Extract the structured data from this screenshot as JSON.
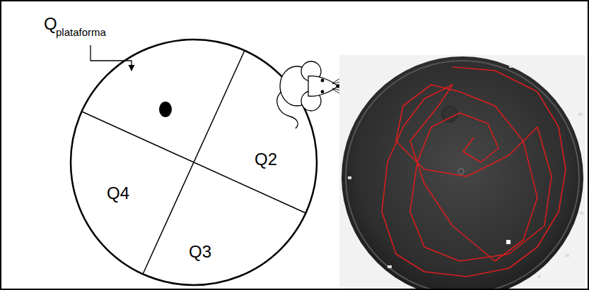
{
  "diagram": {
    "labels": [
      "Q",
      "plataforma",
      "Q2",
      "Q4",
      "Q3"
    ]
  }
}
